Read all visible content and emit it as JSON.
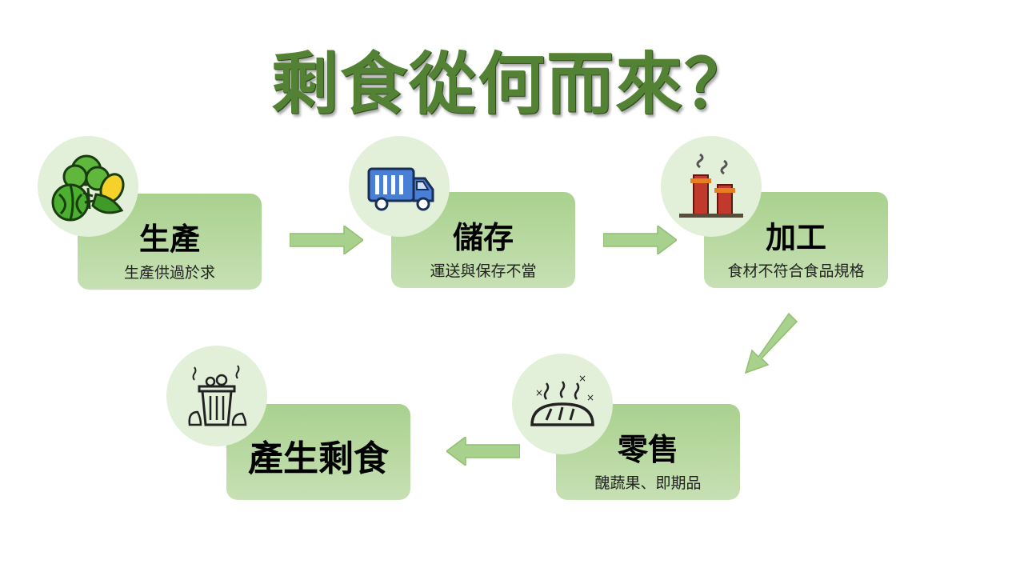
{
  "title": "剩食從何而來？",
  "steps": [
    {
      "name": "生產",
      "desc": "生產供過於求",
      "icon": "vegetables-icon"
    },
    {
      "name": "儲存",
      "desc": "運送與保存不當",
      "icon": "truck-icon"
    },
    {
      "name": "加工",
      "desc": "食材不符合食品規格",
      "icon": "factory-icon"
    },
    {
      "name": "零售",
      "desc": "醜蔬果、即期品",
      "icon": "moldy-bread-icon"
    },
    {
      "name": "產生剩食",
      "icon": "trash-can-icon"
    }
  ],
  "colors": {
    "title": "#548235",
    "card_top": "#a9d18e",
    "card_bottom": "#c7e0b4",
    "circle": "#e2efd9",
    "arrow": "#a9d18e"
  }
}
